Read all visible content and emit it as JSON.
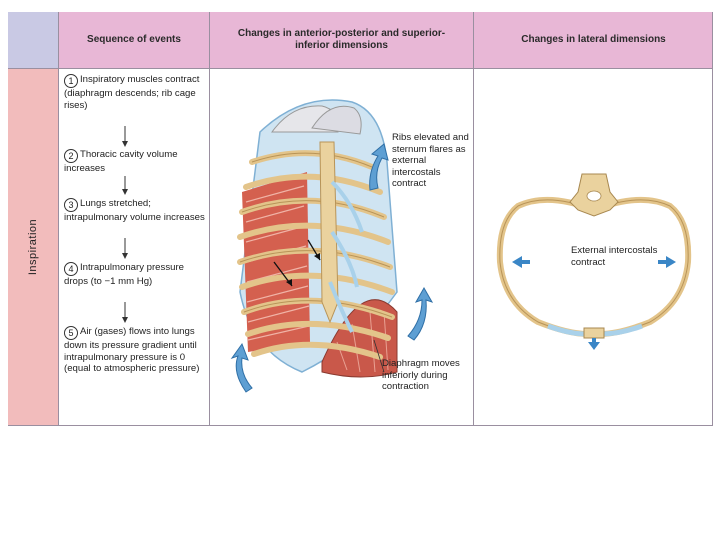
{
  "headers": {
    "sequence": "Sequence of events",
    "ap_si": "Changes in anterior-posterior and superior-inferior dimensions",
    "lateral": "Changes in lateral dimensions"
  },
  "side_label": "Inspiration",
  "steps": [
    {
      "num": "1",
      "text": "Inspiratory muscles contract (diaphragm descends; rib cage rises)"
    },
    {
      "num": "2",
      "text": "Thoracic cavity volume increases"
    },
    {
      "num": "3",
      "text": "Lungs stretched; intrapulmonary volume increases"
    },
    {
      "num": "4",
      "text": "Intrapulmonary pressure drops (to −1 mm Hg)"
    },
    {
      "num": "5",
      "text": "Air (gases) flows into lungs down its pressure gradient until intrapulmonary pressure is 0 (equal to atmospheric pressure)"
    }
  ],
  "labels": {
    "ribs": "Ribs elevated and sternum flares as external intercostals contract",
    "diaphragm": "Diaphragm moves inferiorly during contraction",
    "external_intercostals": "External intercostals contract"
  },
  "colors": {
    "header_pink": "#e8b7d6",
    "corner_lavender": "#c9c9e4",
    "side_pink": "#f2bcbc",
    "bone": "#e9cf9a",
    "muscle": "#cf5a4a",
    "arrow_blue": "#3a86c6"
  }
}
